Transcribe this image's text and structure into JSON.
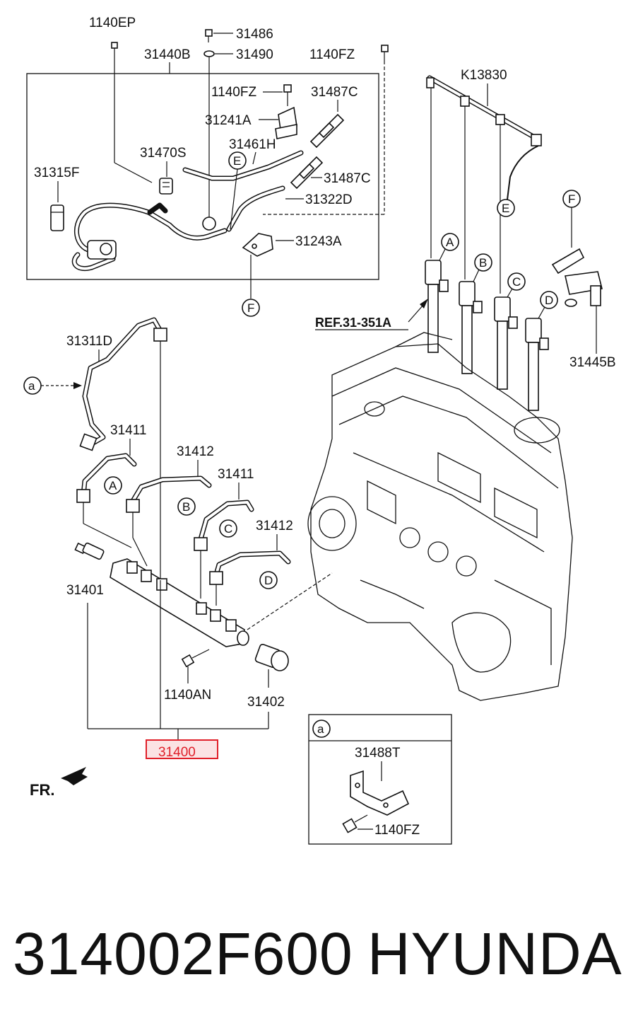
{
  "labels": {
    "p1140EP": "1140EP",
    "p31486": "31486",
    "p31490": "31490",
    "p31440B": "31440B",
    "p1140FZ_top": "1140FZ",
    "pK13830": "K13830",
    "p1140FZ_box": "1140FZ",
    "p31487C_1": "31487C",
    "p31241A": "31241A",
    "p31461H": "31461H",
    "p31470S": "31470S",
    "p31487C_2": "31487C",
    "p31315F": "31315F",
    "p31322D": "31322D",
    "p31243A": "31243A",
    "pREF": "REF.31-351A",
    "p31445B": "31445B",
    "p31311D": "31311D",
    "p31411_1": "31411",
    "p31412_1": "31412",
    "p31411_2": "31411",
    "p31412_2": "31412",
    "p31401": "31401",
    "p1140AN": "1140AN",
    "p31402": "31402",
    "p31400": "31400",
    "pFR": "FR.",
    "p31488T": "31488T",
    "p1140FZ_inset": "1140FZ"
  },
  "callouts": {
    "A": "A",
    "B": "B",
    "C": "C",
    "D": "D",
    "E": "E",
    "F": "F",
    "a": "a"
  },
  "footer": {
    "part_number": "314002F600",
    "brand": "HYUNDAI"
  },
  "colors": {
    "highlight": "#e0202a",
    "highlight_fill": "#fbe3e4",
    "ink": "#111111"
  }
}
